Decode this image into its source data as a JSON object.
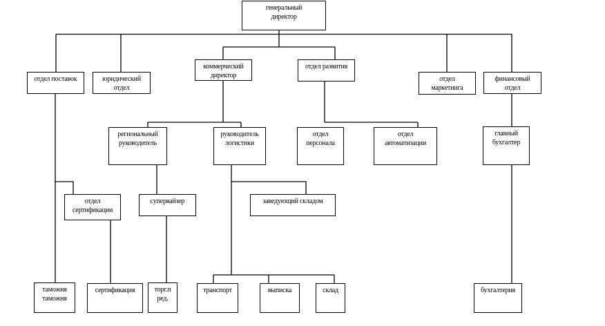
{
  "nodes": {
    "general_director": [
      "генеральный",
      "директор"
    ],
    "supply_dept": [
      "отдел поставок"
    ],
    "legal_dept": [
      "юридический",
      "отдел"
    ],
    "commercial_director": [
      "коммерческий",
      "директор"
    ],
    "development_dept": [
      "отдел развития"
    ],
    "marketing_dept": [
      "отдел",
      "маркетинга"
    ],
    "finance_dept": [
      "финансовый",
      "отдел"
    ],
    "regional_manager": [
      "региональный",
      "руководитель"
    ],
    "logistics_manager": [
      "руководитель",
      "логистики"
    ],
    "personnel_dept": [
      "отдел",
      "персонала"
    ],
    "automation_dept": [
      "отдел",
      "автоматизации"
    ],
    "chief_accountant": [
      "главный",
      "бухгалтер"
    ],
    "certification_dept": [
      "отдел",
      "сертификации"
    ],
    "supervisor": [
      "супервайзер"
    ],
    "warehouse_manager": [
      "заведующий складом"
    ],
    "customs": [
      "таможня",
      "таможня"
    ],
    "certification": [
      "сертификация"
    ],
    "sales_rep": [
      "торг.п",
      "ред."
    ],
    "transport": [
      "транспорт"
    ],
    "invoicing": [
      "выписка"
    ],
    "warehouse": [
      "склад"
    ],
    "accounting": [
      "бухгалтерия"
    ]
  }
}
